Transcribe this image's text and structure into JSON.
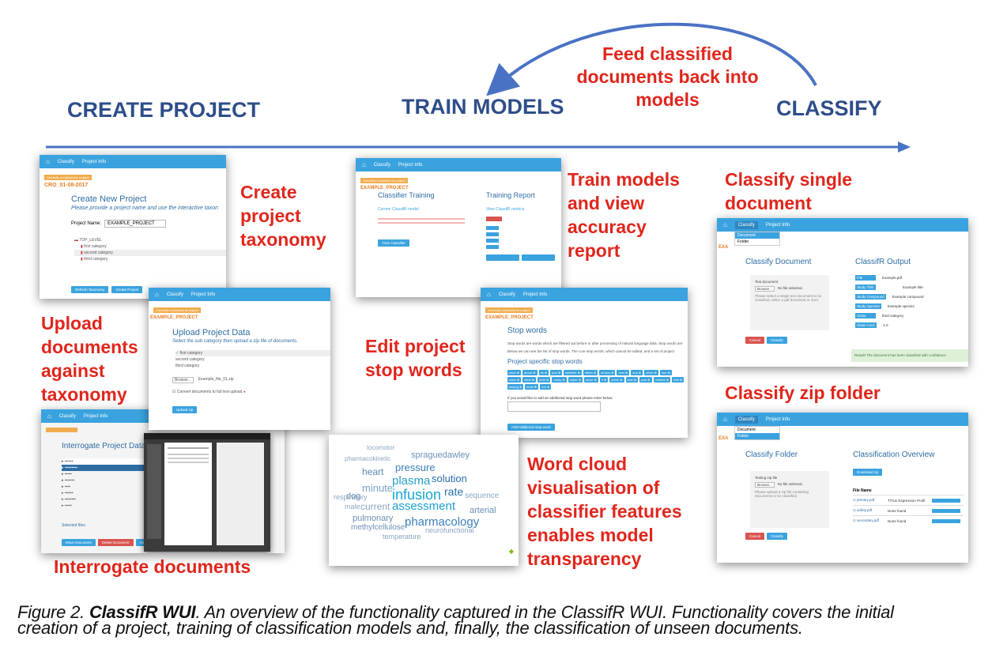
{
  "stages": {
    "create": "CREATE PROJECT",
    "train": "TRAIN MODELS",
    "classify": "CLASSIFY",
    "feedback": "Feed classified documents back into models"
  },
  "labels": {
    "create_taxonomy": [
      "Create",
      "project",
      "taxonomy"
    ],
    "upload": [
      "Upload",
      "documents",
      "against",
      "taxonomy"
    ],
    "interrogate": "Interrogate documents",
    "train": [
      "Train models",
      "and view",
      "accuracy",
      "report"
    ],
    "stop_words": [
      "Edit project",
      "stop words"
    ],
    "word_cloud": [
      "Word cloud",
      "visualisation of",
      "classifier features",
      "enables model",
      "transparency"
    ],
    "classify_single": [
      "Classify single",
      "document"
    ],
    "classify_zip": "Classify zip folder"
  },
  "screens": {
    "create": {
      "nav": [
        "Classify",
        "Project Info"
      ],
      "tag": "Currently connected to project: ",
      "project_code": "CRO_01-08-2017",
      "title": "Create New Project",
      "subtitle": "Please provide a project name and use the interactive taxon",
      "name_label": "Project Name:",
      "name_value": "EXAMPLE_PROJECT",
      "tree": [
        "TOP_LEVEL",
        "first category",
        "second category",
        "third category"
      ],
      "buttons": [
        "Refresh Taxonomy",
        "Create Project"
      ]
    },
    "upload": {
      "nav": [
        "Classify",
        "Project Info"
      ],
      "tag": "Currently connected to project: ",
      "project": "EXAMPLE_PROJECT",
      "title": "Upload Project Data",
      "subtitle": "Select the sub category then upload a zip file of documents.",
      "tree": [
        "first category",
        "second category",
        "third category"
      ],
      "browse": "Browse...",
      "file": "Example_file_01.zip",
      "convert": "Convert documents to full text upload",
      "button": "Upload zip"
    },
    "interrogate": {
      "nav": [
        "Classify",
        "Project Info"
      ],
      "title": "Interrogate Project Data",
      "selected": "Selected files",
      "buttons": [
        "Move Document",
        "Delete Document",
        "View Document"
      ]
    },
    "train": {
      "nav": [
        "Classify",
        "Project Info"
      ],
      "tag": "Currently connected to project: ",
      "project": "EXAMPLE_PROJECT",
      "left_title": "Classifier Training",
      "right_title": "Training Report",
      "left_sub": "Current ClassifR model",
      "right_sub": "View ClassifR metrics",
      "button": "Train Classifier"
    },
    "stop": {
      "nav": [
        "Classify",
        "Project Info"
      ],
      "tag": "Currently connected to project: ",
      "project": "EXAMPLE_PROJECT",
      "title": "Stop words",
      "text1": "Stop words are words which are filtered out before or after processing of natural language data. Stop words are",
      "text2": "Below we can see the list of stop words. The core stop words, which cannot be edited, and a set of project",
      "section": "Project specific stop words",
      "input_label": "If you would like to add an additional stop word please enter below.",
      "button": "Add Additional stop word",
      "chips": [
        "each",
        "about",
        "all",
        "and",
        "whether",
        "either",
        "shown",
        "now",
        "any",
        "other",
        "one",
        "were",
        "what",
        "both",
        "many",
        "made",
        "since",
        "it",
        "some",
        "was",
        "part",
        "months",
        "that",
        "having",
        "least",
        "not"
      ]
    },
    "single": {
      "nav": [
        "Classify",
        "Project Info"
      ],
      "menu": [
        "Document",
        "Folder"
      ],
      "project": "EXA",
      "left_title": "Classify Document",
      "right_title": "ClassifR Output",
      "test_doc": "Test document",
      "browse": "Browse...",
      "no_file": "No file selected.",
      "help": "Please select a single text document to be classified, either a pdf document or docx",
      "out_keys": [
        "File",
        "Study Title",
        "Study Compound",
        "Study Species",
        "Class",
        "Class Conf."
      ],
      "out_vals": [
        "Example.pdf",
        "Example title",
        "Example compound",
        "Example species",
        "third category",
        "1.0"
      ],
      "buttons": [
        "Cancel",
        "Classify"
      ],
      "result": "Result! The document has been classified with confidence."
    },
    "zip": {
      "nav": [
        "Classify",
        "Project Info"
      ],
      "menu": [
        "Document",
        "Folder"
      ],
      "project": "EXA",
      "left_title": "Classify Folder",
      "right_title": "Classification Overview",
      "download": "Download zip",
      "testing": "Testing zip file",
      "browse": "Browse...",
      "no_file": "No file selected.",
      "help": "Please upload a zip file containing documents to be classified",
      "col": "File Name",
      "files": [
        "primary.pdf",
        "safety.pdf",
        "secondary.pdf"
      ],
      "titles": [
        "TITLE Expression Profil",
        "None found",
        "None found"
      ],
      "buttons": [
        "Cancel",
        "Classify"
      ]
    }
  },
  "wordcloud": [
    {
      "t": "spraguedawley",
      "c": "#6b8fb3",
      "s": 11
    },
    {
      "t": "pressure",
      "c": "#3a7fb8",
      "s": 13
    },
    {
      "t": "heart",
      "c": "#5b89b5",
      "s": 12
    },
    {
      "t": "plasma",
      "c": "#2aa0c8",
      "s": 15
    },
    {
      "t": "solution",
      "c": "#2a6fa8",
      "s": 13
    },
    {
      "t": "minute",
      "c": "#7aa0c2",
      "s": 13
    },
    {
      "t": "infusion",
      "c": "#19a6d4",
      "s": 18
    },
    {
      "t": "rate",
      "c": "#2a6fa8",
      "s": 14
    },
    {
      "t": "dog",
      "c": "#6a8fb2",
      "s": 11
    },
    {
      "t": "current",
      "c": "#8aa6c2",
      "s": 12
    },
    {
      "t": "assessment",
      "c": "#1a9fcf",
      "s": 15
    },
    {
      "t": "arterial",
      "c": "#6a8fb2",
      "s": 11
    },
    {
      "t": "pulmonary",
      "c": "#6a8fb2",
      "s": 11
    },
    {
      "t": "pharmacology",
      "c": "#3a7fb8",
      "s": 15
    },
    {
      "t": "methylcellulose",
      "c": "#6a8fb2",
      "s": 10
    },
    {
      "t": "neurofunctional",
      "c": "#8aa6c2",
      "s": 9
    },
    {
      "t": "temperature",
      "c": "#8aa6c2",
      "s": 9
    },
    {
      "t": "sequence",
      "c": "#8aa6c2",
      "s": 10
    },
    {
      "t": "respiratory",
      "c": "#8aa6c2",
      "s": 9
    },
    {
      "t": "locomotor",
      "c": "#8aa6c2",
      "s": 8
    },
    {
      "t": "pharmacokinetic",
      "c": "#8aa6c2",
      "s": 8
    },
    {
      "t": "male",
      "c": "#8aa6c2",
      "s": 9
    }
  ],
  "caption": {
    "prefix": "Figure 2. ",
    "bold": "ClassifR WUI",
    "rest": ". An overview of the functionality captured in the ClassifR WUI. Functionality covers the initial",
    "line2": "creation of a project, training of classification models and, finally, the classification of unseen documents."
  },
  "colors": {
    "nav": "#3aa3df",
    "stage": "#2e4e8a",
    "label": "#e0261c",
    "arrow": "#4a72c4"
  }
}
